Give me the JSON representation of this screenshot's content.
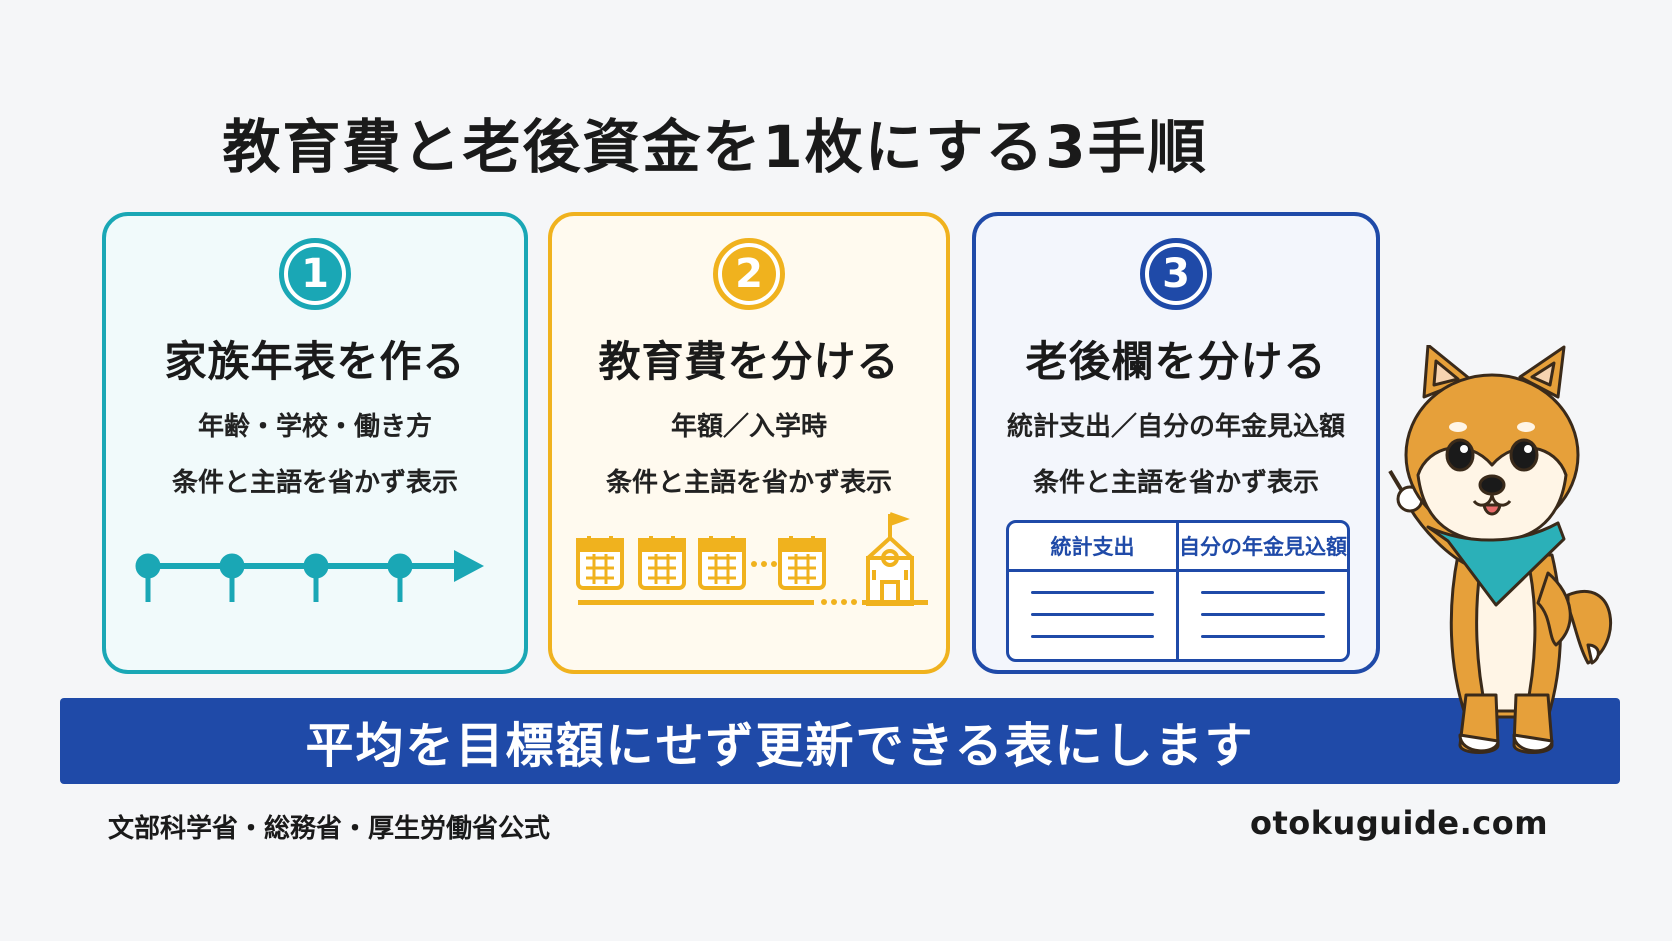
{
  "title": "教育費と老後資金を1枚にする3手順",
  "steps": [
    {
      "number": "1",
      "title": "家族年表を作る",
      "line1": "年齢・学校・働き方",
      "line2": "条件と主語を省かず表示",
      "color": "#1aa7b5"
    },
    {
      "number": "2",
      "title": "教育費を分ける",
      "line1": "年額／入学時",
      "line2": "条件と主語を省かず表示",
      "color": "#f0b21e"
    },
    {
      "number": "3",
      "title": "老後欄を分ける",
      "line1": "統計支出／自分の年金見込額",
      "line2": "条件と主語を省かず表示",
      "color": "#1f4aa8"
    }
  ],
  "table": {
    "col1": "統計支出",
    "col2": "自分の年金見込額"
  },
  "banner": "平均を目標額にせず更新できる表にします",
  "footer": {
    "source": "文部科学省・総務省・厚生労働省公式",
    "site": "otokuguide.com"
  },
  "colors": {
    "banner": "#1f4aa8",
    "accent_teal": "#1aa7b5",
    "accent_yellow": "#f0b21e"
  }
}
